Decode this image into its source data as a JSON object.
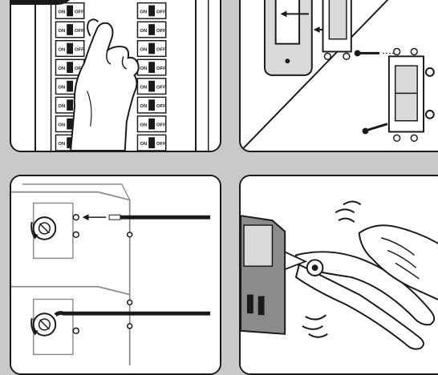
{
  "colors": {
    "background": "#c9c9c9",
    "panel": "#ffffff",
    "ink": "#1a1a1a",
    "mid_grey": "#8c8c8c",
    "light_grey": "#d9d9d9"
  },
  "step_badge": "",
  "panels": [
    {
      "name": "turn-off-breaker-panel",
      "icon": "breaker-hand-icon"
    },
    {
      "name": "remove-switch-panel",
      "icon": "wall-switch-icon"
    },
    {
      "name": "wire-terminal-panel",
      "icon": "terminal-screw-icon"
    },
    {
      "name": "pliers-switch-panel",
      "icon": "pliers-icon"
    }
  ],
  "breaker": {
    "on_label": "ON",
    "off_label": "OFF"
  }
}
